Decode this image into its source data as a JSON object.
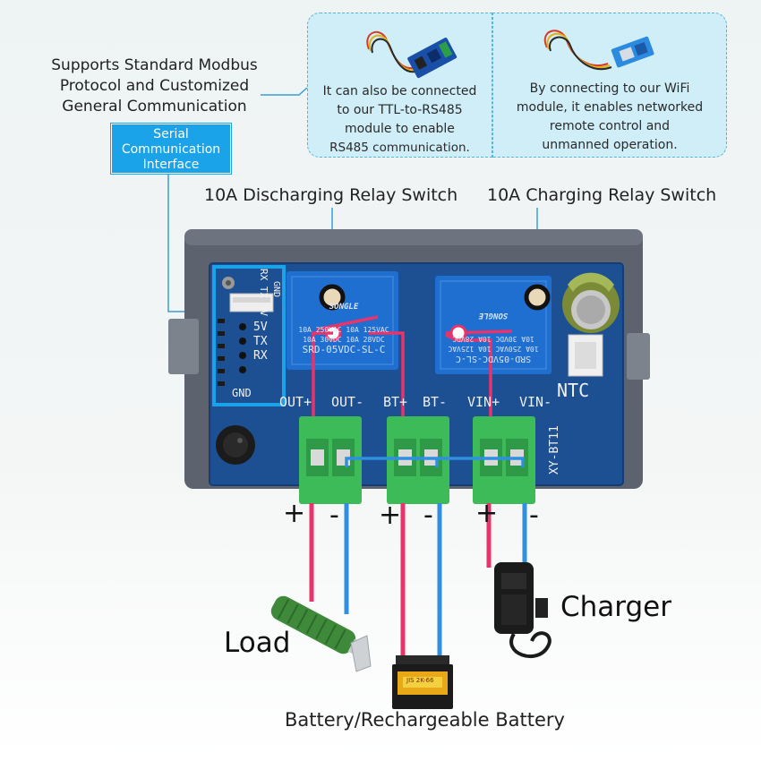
{
  "top_left_caption": [
    "Supports Standard Modbus",
    "Protocol and Customized",
    "General Communication"
  ],
  "serial_badge": [
    "Serial",
    "Communication",
    "Interface"
  ],
  "info_rs485": [
    "It can also be connected",
    "to our TTL-to-RS485",
    "module to enable",
    "RS485 communication."
  ],
  "info_wifi": [
    "By connecting to our WiFi",
    "module, it enables networked",
    "remote control and",
    "unmanned operation."
  ],
  "relay_discharge_title": "10A Discharging Relay Switch",
  "relay_charge_title": "10A Charging Relay Switch",
  "board": {
    "port_labels": [
      "OUT+",
      "OUT-",
      "BT+",
      "BT-",
      "VIN+",
      "VIN-"
    ],
    "ntc": "NTC",
    "model": "XY-BT11",
    "serial_pins_top": [
      "RX",
      "TX",
      "5V"
    ],
    "serial_pins_gnd": "GND",
    "serial_pins_right": [
      "5V",
      "TX",
      "RX"
    ],
    "serial_gnd_bottom": "GND",
    "relay1_text": [
      "SONGLE",
      "10A 250VAC 10A 125VAC",
      "10A 30VDC 10A 28VDC",
      "SRD-05VDC-SL-C"
    ],
    "relay2_text": [
      "SRD-05VDC-SL-C",
      "10A 250VAC 10A 125VAC",
      "10A 30VDC 10A 28VDC",
      "SONGLE"
    ]
  },
  "signs": [
    "+",
    "-",
    "+",
    "-",
    "+",
    "-"
  ],
  "load_label": "Load",
  "charger_label": "Charger",
  "battery_label": "Battery/Rechargeable Battery",
  "battery_sticker": "JIS 2K-66",
  "colors": {
    "positive_wire": "#e8336b",
    "negative_wire": "#2f8fe0",
    "pcb": "#1d4f93",
    "terminal": "#3dbb59",
    "relay": "#1f6fd1",
    "accent": "#1aa3e8"
  }
}
